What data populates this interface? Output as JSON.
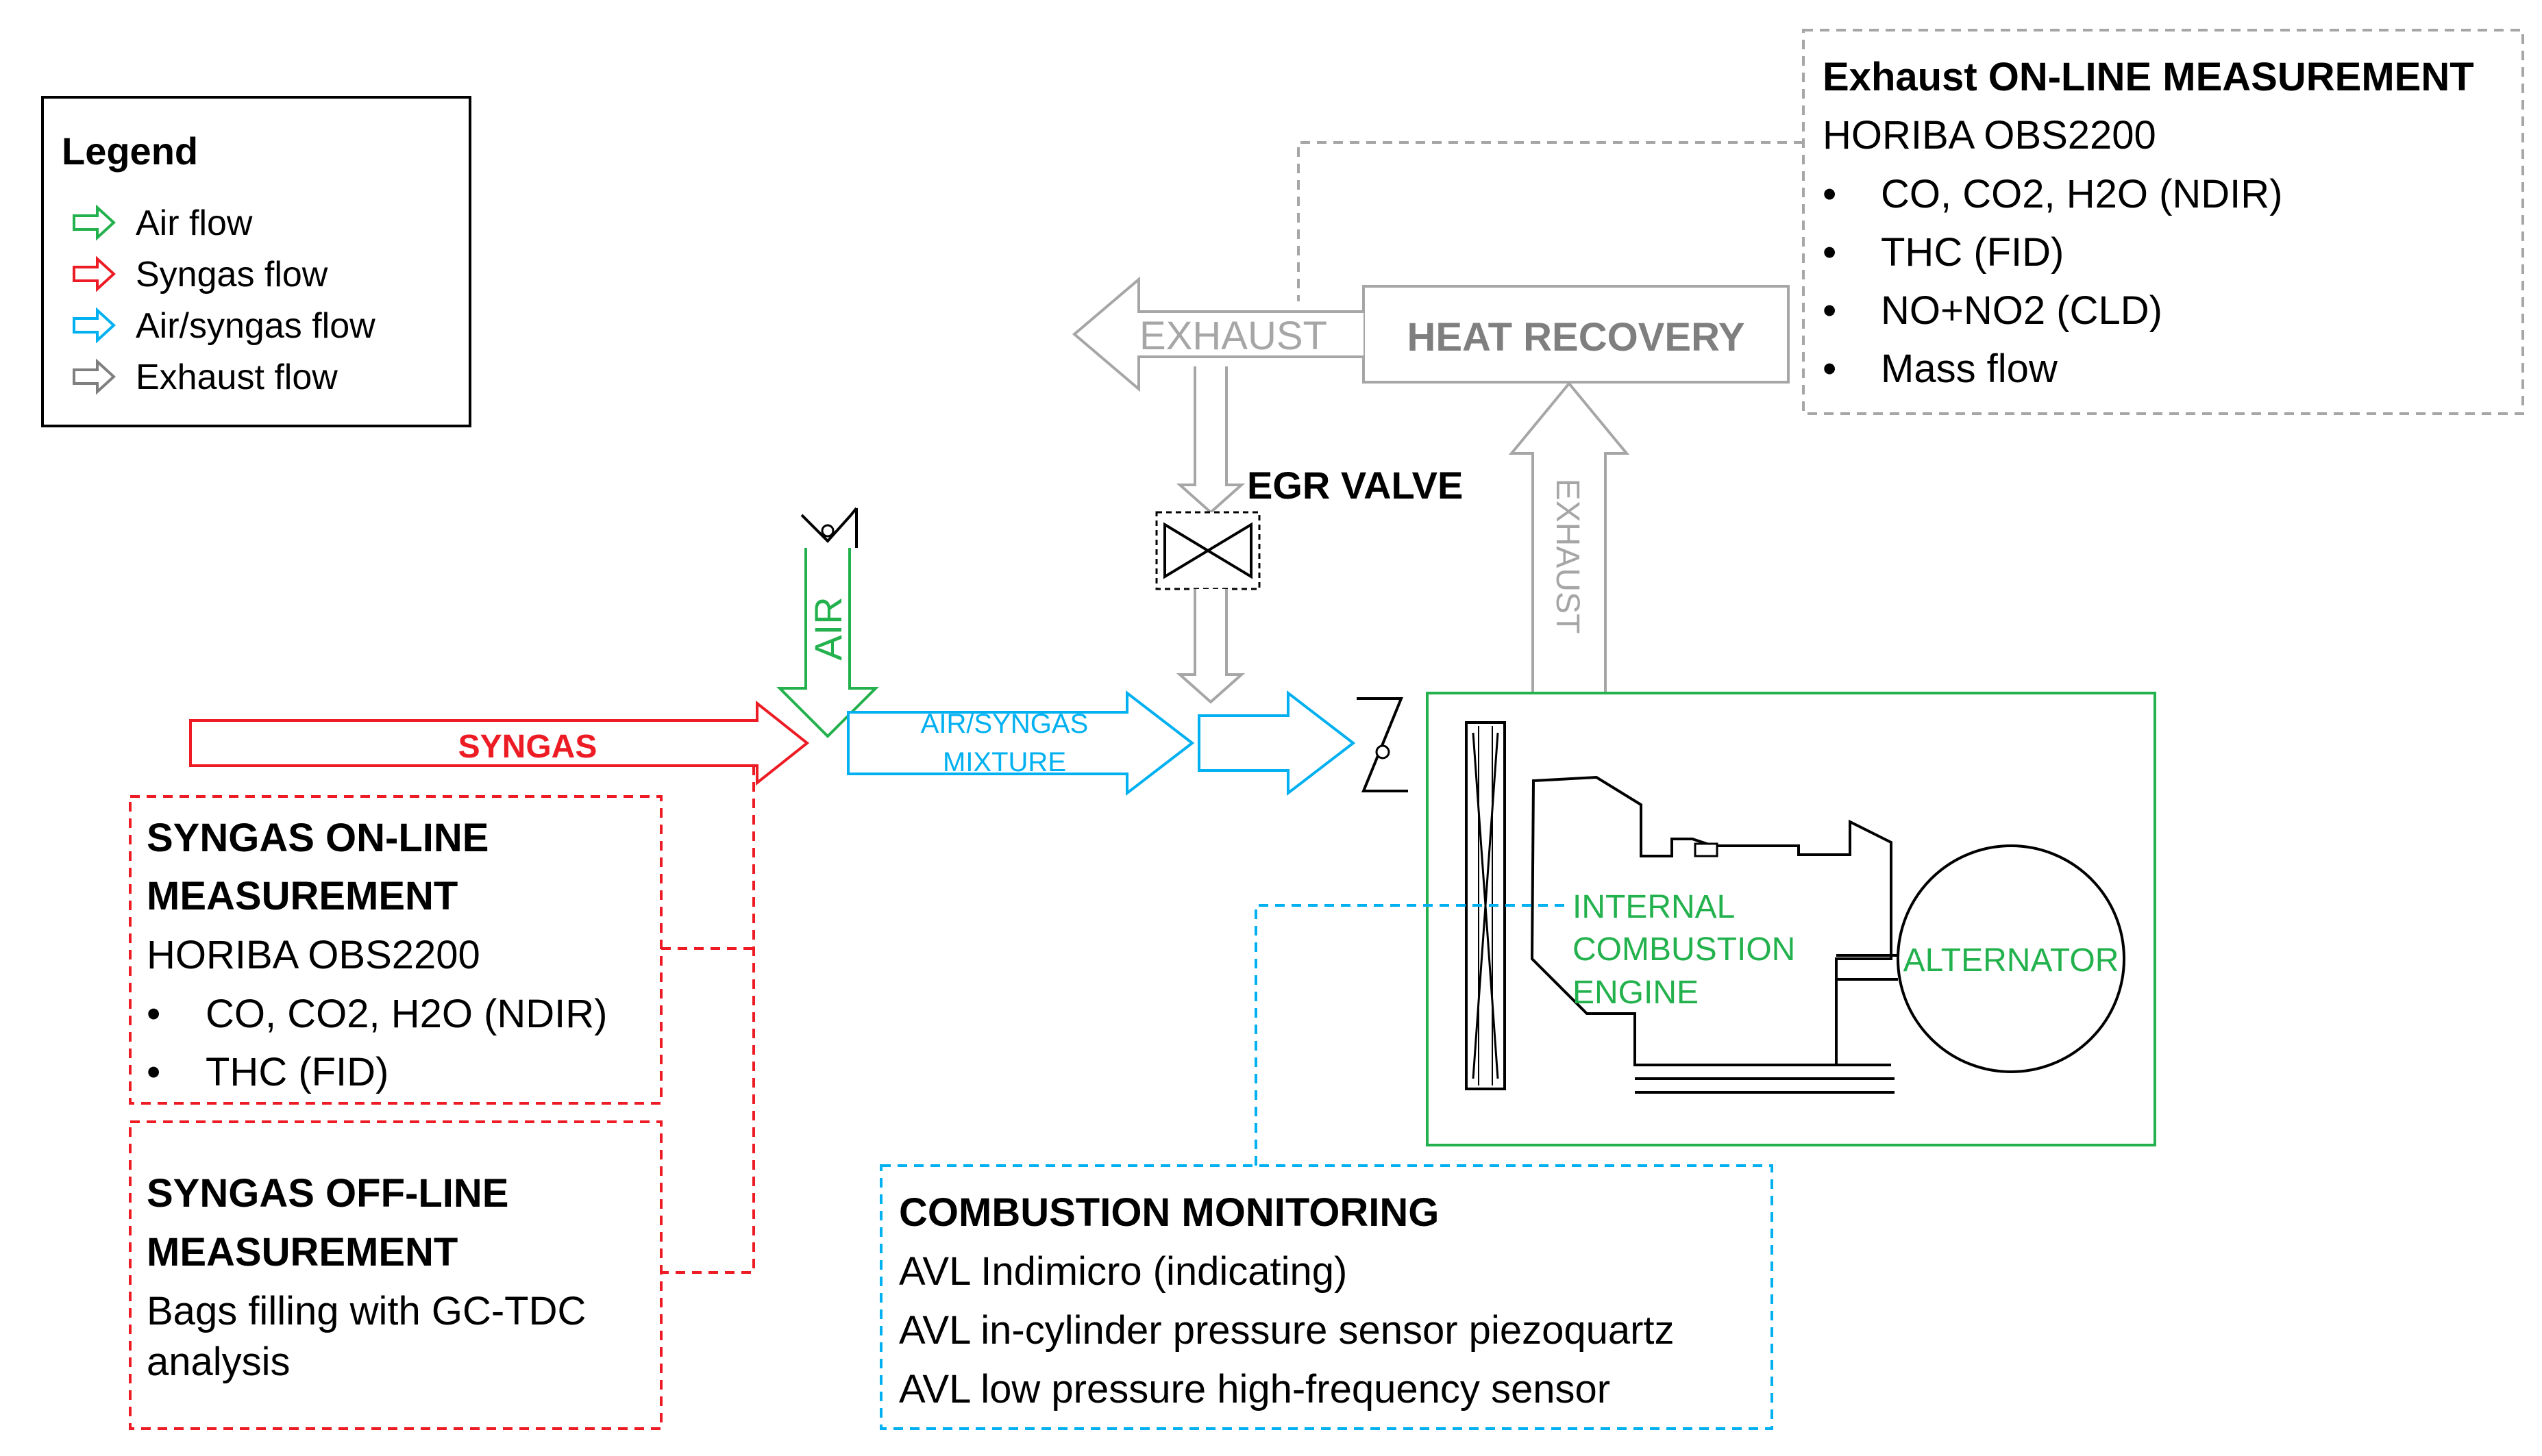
{
  "colors": {
    "air": "#22b14c",
    "syngas": "#ed1c24",
    "mix": "#00b0f0",
    "exhaust": "#a6a6a6",
    "black": "#000000",
    "gray_text": "#7f7f7f",
    "engine_green": "#22b14c"
  },
  "legend": {
    "title": "Legend",
    "items": [
      {
        "label": "Air flow",
        "color": "#22b14c"
      },
      {
        "label": "Syngas flow",
        "color": "#ed1c24"
      },
      {
        "label": "Air/syngas flow",
        "color": "#00b0f0"
      },
      {
        "label": "Exhaust flow",
        "color": "#a6a6a6"
      }
    ]
  },
  "flows": {
    "syngas": "SYNGAS",
    "air": "AIR",
    "mixture_line1": "AIR/SYNGAS",
    "mixture_line2": "MIXTURE",
    "exhaust_h": "EXHAUST",
    "exhaust_v": "EXHAUST"
  },
  "components": {
    "heat_recovery": "HEAT RECOVERY",
    "egr_valve": "EGR VALVE",
    "engine": [
      "INTERNAL",
      "COMBUSTION",
      "ENGINE"
    ],
    "alternator": "ALTERNATOR"
  },
  "exhaust_box": {
    "title": "Exhaust ON-LINE MEASUREMENT",
    "subtitle": "HORIBA OBS2200",
    "items": [
      "CO, CO2, H2O (NDIR)",
      "THC (FID)",
      "NO+NO2 (CLD)",
      "Mass flow"
    ]
  },
  "syngas_online": {
    "title": [
      "SYNGAS ON-LINE",
      "MEASUREMENT"
    ],
    "subtitle": "HORIBA OBS2200",
    "items": [
      "CO, CO2, H2O (NDIR)",
      "THC (FID)"
    ]
  },
  "syngas_offline": {
    "title": [
      "SYNGAS OFF-LINE",
      "MEASUREMENT"
    ],
    "lines": [
      "Bags filling with GC-TDC",
      "analysis"
    ]
  },
  "combustion": {
    "title": "COMBUSTION MONITORING",
    "lines": [
      "AVL Indimicro (indicating)",
      "AVL in-cylinder pressure sensor piezoquartz",
      "AVL low pressure high-frequency sensor"
    ]
  }
}
